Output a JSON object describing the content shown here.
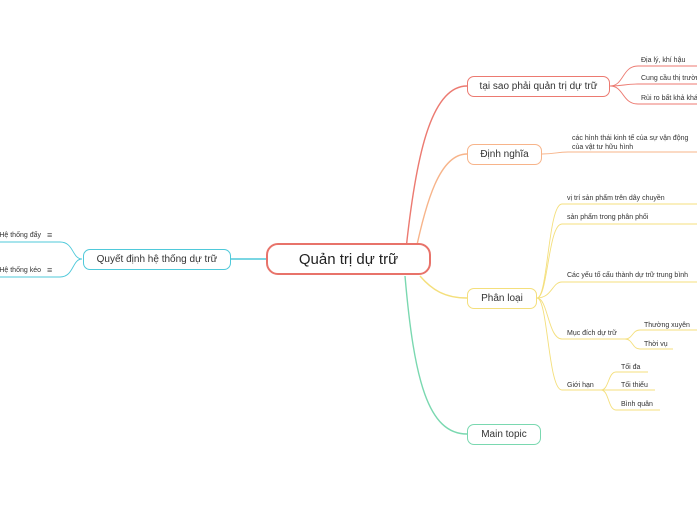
{
  "central": "Quản trị dự trữ",
  "right": {
    "tai_sao": {
      "label": "tại sao phải quản trị dự trữ",
      "children": [
        "Địa lý, khí hậu",
        "Cung cầu thị trường",
        "Rủi ro bất khả kháng"
      ]
    },
    "dinh_nghia": {
      "label": "Định nghĩa",
      "children": [
        "các hình thái kinh tế của sự vận động của vật tư hữu hình"
      ]
    },
    "phan_loai": {
      "label": "Phân loại",
      "children": [
        "vị trí sản phẩm trên dây chuyền",
        "sản phẩm trong phân phối",
        "Các yếu tố cấu thành dự trữ trung bình",
        "Mục đích dự trữ",
        "Giới hạn"
      ],
      "muc_dich": [
        "Thường xuyên",
        "Thời vụ"
      ],
      "gioi_han": [
        "Tối đa",
        "Tối thiểu",
        "Bình quân"
      ]
    },
    "main_topic": {
      "label": "Main topic"
    }
  },
  "left": {
    "quyet_dinh": {
      "label": "Quyết định hệ thống dự trữ",
      "children": [
        "Hệ thống đẩy",
        "Hệ thống kéo"
      ],
      "menu_icon": "≡"
    }
  },
  "colors": {
    "central_border": "#e8736a",
    "red": "#ec7a71",
    "orange": "#f7b48a",
    "yellow": "#f4df7c",
    "green": "#7ad8b0",
    "cyan": "#4fc9da"
  }
}
